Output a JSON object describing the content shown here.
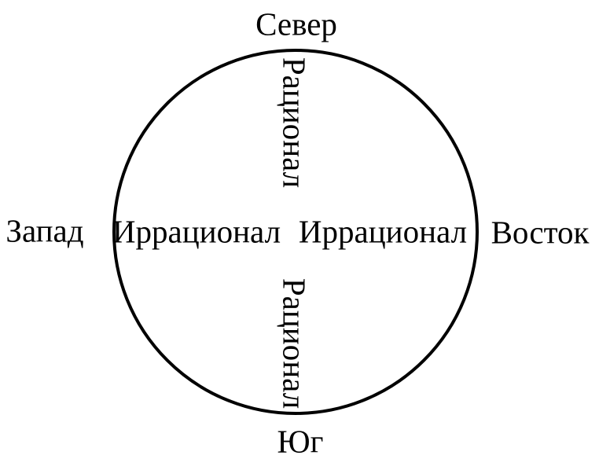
{
  "diagram": {
    "type": "compass-circle-diagram",
    "outer_labels": {
      "north": "Север",
      "south": "Юг",
      "west": "Запад",
      "east": "Восток"
    },
    "inner_labels": {
      "top_vertical": "Рационал",
      "bottom_vertical": "Рационал",
      "center_left": "Иррационал",
      "center_right": "Иррационал"
    },
    "colors": {
      "stroke": "#000000",
      "text": "#000000",
      "background": "#ffffff"
    }
  }
}
